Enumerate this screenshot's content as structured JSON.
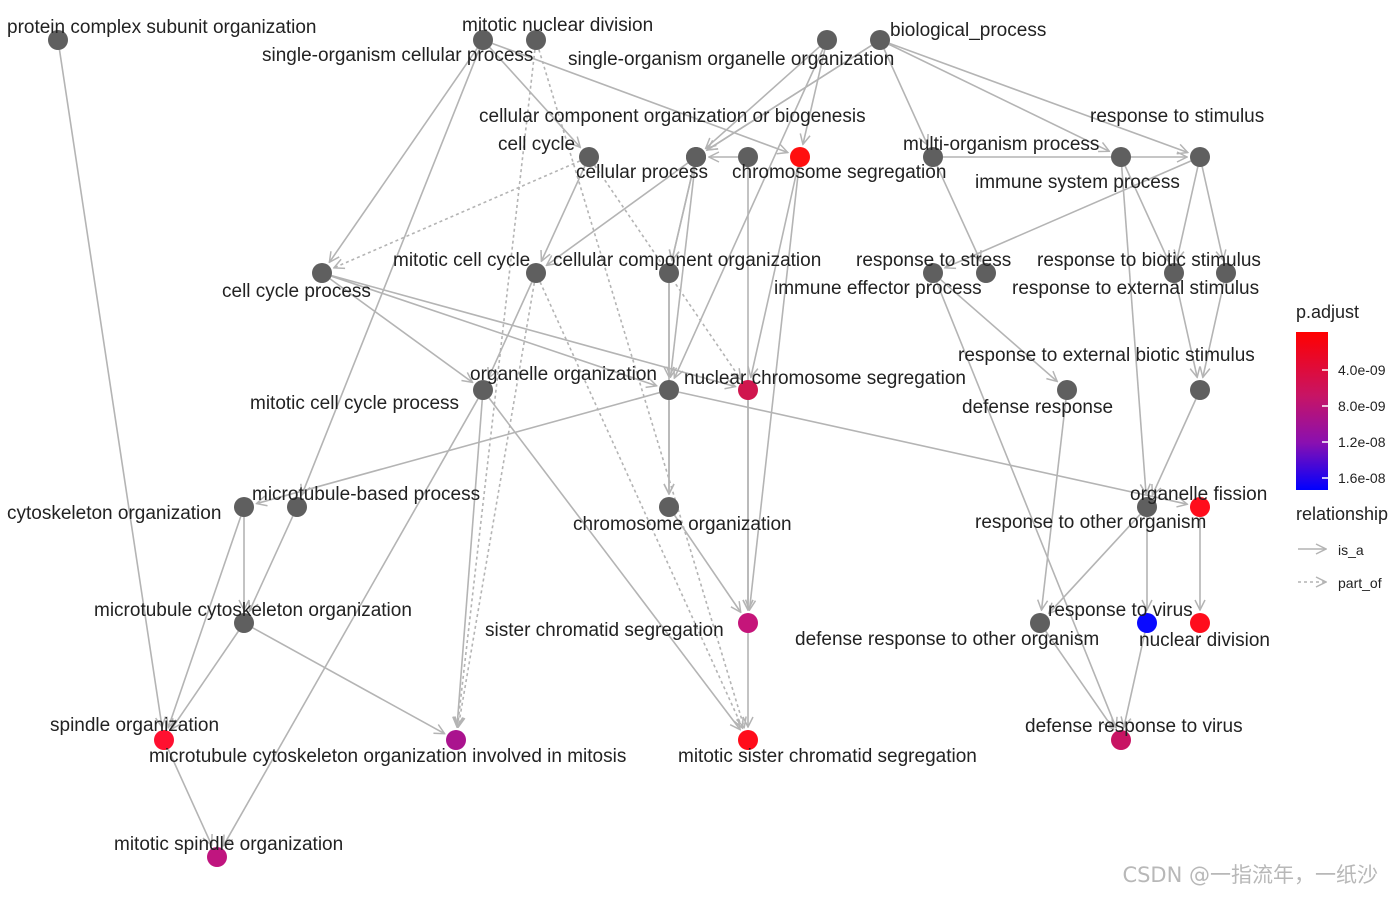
{
  "nodes": [
    {
      "id": "pcso",
      "label": "protein complex subunit organization",
      "color": "#5f5f5f"
    },
    {
      "id": "mnd",
      "label": "mitotic nuclear division",
      "color": "#5f5f5f"
    },
    {
      "id": "socp",
      "label": "single-organism cellular process",
      "color": "#5f5f5f"
    },
    {
      "id": "sooo",
      "label": "single-organism organelle organization",
      "color": "#5f5f5f"
    },
    {
      "id": "bp",
      "label": "biological_process",
      "color": "#5f5f5f"
    },
    {
      "id": "unk1",
      "label": "",
      "color": "#5f5f5f"
    },
    {
      "id": "ccob",
      "label": "cellular component organization or biogenesis",
      "color": "#5f5f5f"
    },
    {
      "id": "rts",
      "label": "response to stimulus",
      "color": "#5f5f5f"
    },
    {
      "id": "cc",
      "label": "cell cycle",
      "color": "#5f5f5f"
    },
    {
      "id": "cp",
      "label": "cellular process",
      "color": "#5f5f5f"
    },
    {
      "id": "cs",
      "label": "chromosome segregation",
      "color": "#ff0f0f"
    },
    {
      "id": "mop",
      "label": "multi-organism process",
      "color": "#5f5f5f"
    },
    {
      "id": "isp",
      "label": "immune system process",
      "color": "#5f5f5f"
    },
    {
      "id": "mcc",
      "label": "mitotic cell cycle",
      "color": "#5f5f5f"
    },
    {
      "id": "cco",
      "label": "cellular component organization",
      "color": "#5f5f5f"
    },
    {
      "id": "rtst",
      "label": "response to stress",
      "color": "#5f5f5f"
    },
    {
      "id": "iep",
      "label": "immune effector process",
      "color": "#5f5f5f"
    },
    {
      "id": "rtbs",
      "label": "response to biotic stimulus",
      "color": "#5f5f5f"
    },
    {
      "id": "rtes",
      "label": "response to external stimulus",
      "color": "#5f5f5f"
    },
    {
      "id": "ccp",
      "label": "cell cycle process",
      "color": "#5f5f5f"
    },
    {
      "id": "rtebs",
      "label": "response to external biotic stimulus",
      "color": "#5f5f5f"
    },
    {
      "id": "oo",
      "label": "organelle organization",
      "color": "#5f5f5f"
    },
    {
      "id": "ncs",
      "label": "nuclear chromosome segregation",
      "color": "#d0164e"
    },
    {
      "id": "mccp",
      "label": "mitotic cell cycle process",
      "color": "#5f5f5f"
    },
    {
      "id": "dr",
      "label": "defense response",
      "color": "#5f5f5f"
    },
    {
      "id": "co",
      "label": "cytoskeleton organization",
      "color": "#5f5f5f"
    },
    {
      "id": "mbp",
      "label": "microtubule-based process",
      "color": "#5f5f5f"
    },
    {
      "id": "chro",
      "label": "chromosome organization",
      "color": "#5f5f5f"
    },
    {
      "id": "of",
      "label": "organelle fission",
      "color": "#ff0d1c"
    },
    {
      "id": "rtoo",
      "label": "response to other organism",
      "color": "#5f5f5f"
    },
    {
      "id": "mco",
      "label": "microtubule cytoskeleton organization",
      "color": "#5f5f5f"
    },
    {
      "id": "scs",
      "label": "sister chromatid segregation",
      "color": "#c5157a"
    },
    {
      "id": "rtv",
      "label": "response to virus",
      "color": "#0a0aff"
    },
    {
      "id": "drtoo",
      "label": "defense response to other organism",
      "color": "#5f5f5f"
    },
    {
      "id": "nd",
      "label": "nuclear division",
      "color": "#ff0d1c"
    },
    {
      "id": "so",
      "label": "spindle organization",
      "color": "#ff1030"
    },
    {
      "id": "mcoim",
      "label": "microtubule cytoskeleton organization involved in mitosis",
      "color": "#aa138e"
    },
    {
      "id": "mscs",
      "label": "mitotic sister chromatid segregation",
      "color": "#ff0c1a"
    },
    {
      "id": "drtv",
      "label": "defense response to virus",
      "color": "#c81463"
    },
    {
      "id": "mso",
      "label": "mitotic spindle organization",
      "color": "#c0157f"
    }
  ],
  "edges": [
    {
      "from": "pcso",
      "to": "so",
      "type": "is_a"
    },
    {
      "from": "socp",
      "to": "ccp",
      "type": "is_a"
    },
    {
      "from": "socp",
      "to": "cs",
      "type": "is_a"
    },
    {
      "from": "socp",
      "to": "mbp",
      "type": "is_a"
    },
    {
      "from": "socp",
      "to": "cc",
      "type": "is_a"
    },
    {
      "from": "mnd",
      "to": "mscs",
      "type": "part_of"
    },
    {
      "from": "mnd",
      "to": "mcoim",
      "type": "part_of"
    },
    {
      "from": "sooo",
      "to": "cp",
      "type": "is_a"
    },
    {
      "from": "sooo",
      "to": "cs",
      "type": "is_a"
    },
    {
      "from": "sooo",
      "to": "oo",
      "type": "is_a"
    },
    {
      "from": "bp",
      "to": "cp",
      "type": "is_a"
    },
    {
      "from": "bp",
      "to": "mop",
      "type": "is_a"
    },
    {
      "from": "bp",
      "to": "rts",
      "type": "is_a"
    },
    {
      "from": "bp",
      "to": "isp",
      "type": "is_a"
    },
    {
      "from": "bp",
      "to": "ccob",
      "type": "is_a"
    },
    {
      "from": "unk1",
      "to": "scs",
      "type": "is_a"
    },
    {
      "from": "unk1",
      "to": "cp",
      "type": "is_a"
    },
    {
      "from": "ccob",
      "to": "cco",
      "type": "is_a"
    },
    {
      "from": "mop",
      "to": "rtoo",
      "type": "is_a"
    },
    {
      "from": "mop",
      "to": "rtbs",
      "type": "is_a"
    },
    {
      "from": "rts",
      "to": "rtst",
      "type": "is_a"
    },
    {
      "from": "rts",
      "to": "rtbs",
      "type": "is_a"
    },
    {
      "from": "rts",
      "to": "rtes",
      "type": "is_a"
    },
    {
      "from": "isp",
      "to": "rts",
      "type": "is_a"
    },
    {
      "from": "isp",
      "to": "iep",
      "type": "is_a"
    },
    {
      "from": "cc",
      "to": "ccp",
      "type": "part_of"
    },
    {
      "from": "cc",
      "to": "ncs",
      "type": "part_of"
    },
    {
      "from": "cc",
      "to": "mcc",
      "type": "is_a"
    },
    {
      "from": "cp",
      "to": "mcc",
      "type": "is_a"
    },
    {
      "from": "cp",
      "to": "oo",
      "type": "is_a"
    },
    {
      "from": "cp",
      "to": "cco",
      "type": "is_a"
    },
    {
      "from": "cs",
      "to": "ncs",
      "type": "is_a"
    },
    {
      "from": "cs",
      "to": "scs",
      "type": "is_a"
    },
    {
      "from": "mcc",
      "to": "mccp",
      "type": "is_a"
    },
    {
      "from": "mcc",
      "to": "mscs",
      "type": "part_of"
    },
    {
      "from": "mcc",
      "to": "mcoim",
      "type": "part_of"
    },
    {
      "from": "cco",
      "to": "oo",
      "type": "is_a"
    },
    {
      "from": "cco",
      "to": "chro",
      "type": "is_a"
    },
    {
      "from": "rtst",
      "to": "dr",
      "type": "is_a"
    },
    {
      "from": "rtst",
      "to": "drtv",
      "type": "is_a"
    },
    {
      "from": "rtes",
      "to": "rtebs",
      "type": "is_a"
    },
    {
      "from": "rtbs",
      "to": "rtebs",
      "type": "is_a"
    },
    {
      "from": "ccp",
      "to": "oo",
      "type": "is_a"
    },
    {
      "from": "ccp",
      "to": "ncs",
      "type": "is_a"
    },
    {
      "from": "ccp",
      "to": "mccp",
      "type": "is_a"
    },
    {
      "from": "rtebs",
      "to": "rtoo",
      "type": "is_a"
    },
    {
      "from": "oo",
      "to": "co",
      "type": "is_a"
    },
    {
      "from": "oo",
      "to": "of",
      "type": "is_a"
    },
    {
      "from": "oo",
      "to": "chro",
      "type": "is_a"
    },
    {
      "from": "mccp",
      "to": "mcoim",
      "type": "is_a"
    },
    {
      "from": "mccp",
      "to": "mso",
      "type": "is_a"
    },
    {
      "from": "mccp",
      "to": "mscs",
      "type": "is_a"
    },
    {
      "from": "dr",
      "to": "drtoo",
      "type": "is_a"
    },
    {
      "from": "co",
      "to": "mco",
      "type": "is_a"
    },
    {
      "from": "co",
      "to": "so",
      "type": "is_a"
    },
    {
      "from": "mbp",
      "to": "mco",
      "type": "is_a"
    },
    {
      "from": "chro",
      "to": "scs",
      "type": "is_a"
    },
    {
      "from": "ncs",
      "to": "scs",
      "type": "is_a"
    },
    {
      "from": "of",
      "to": "nd",
      "type": "is_a"
    },
    {
      "from": "rtoo",
      "to": "rtv",
      "type": "is_a"
    },
    {
      "from": "rtoo",
      "to": "drtoo",
      "type": "is_a"
    },
    {
      "from": "mco",
      "to": "mcoim",
      "type": "is_a"
    },
    {
      "from": "mco",
      "to": "so",
      "type": "is_a"
    },
    {
      "from": "scs",
      "to": "mscs",
      "type": "is_a"
    },
    {
      "from": "so",
      "to": "mso",
      "type": "is_a"
    },
    {
      "from": "drtoo",
      "to": "drtv",
      "type": "is_a"
    },
    {
      "from": "rtv",
      "to": "drtv",
      "type": "is_a"
    }
  ],
  "legend": {
    "color_title": "p.adjust",
    "color_ticks": [
      "4.0e-09",
      "8.0e-09",
      "1.2e-08",
      "1.6e-08"
    ],
    "gradient": [
      "#ff0000",
      "#c81464",
      "#8a10b0",
      "#0000ff"
    ],
    "relationship_title": "relationship",
    "relationships": [
      "is_a",
      "part_of"
    ]
  },
  "watermark": "CSDN @一指流年，一纸沙"
}
